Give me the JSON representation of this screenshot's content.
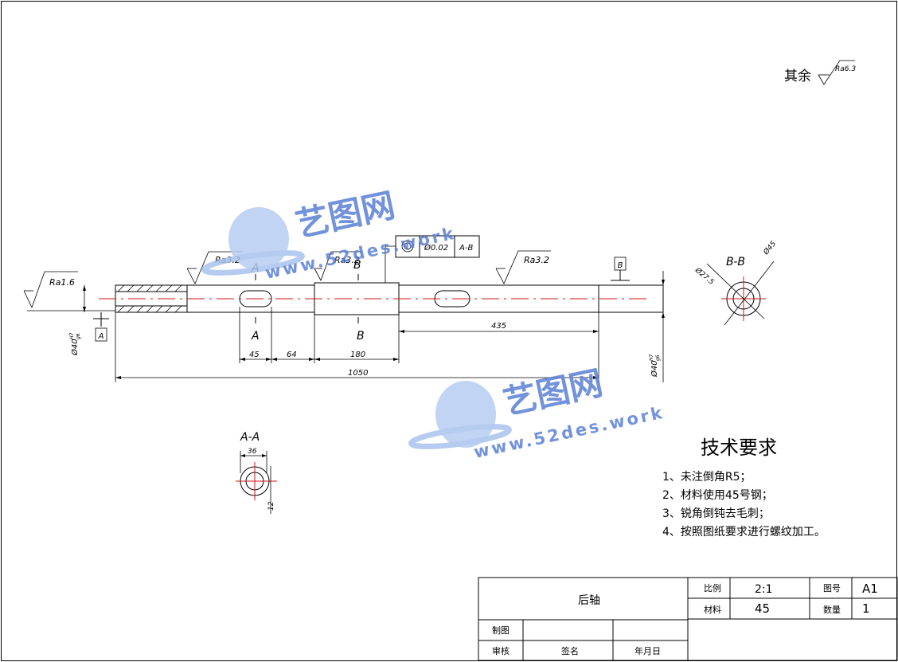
{
  "drawing": {
    "roughness_rest_label": "其余",
    "roughness_rest_value": "Ra6.3",
    "roughness": [
      "Ra1.6",
      "Ra3.2",
      "Ra3.2",
      "Ra3.2"
    ],
    "datum_a": "A",
    "datum_b": "B",
    "tolerance": {
      "value": "Ø0.02",
      "datum": "A-B"
    },
    "section_marks": [
      "A",
      "A",
      "B",
      "B"
    ],
    "dims": {
      "d45": "45",
      "d64": "64",
      "d180": "180",
      "d435": "435",
      "d1050": "1050",
      "dia_left": "Ø40",
      "dia_right": "Ø40",
      "fit_upper": "H7",
      "fit_lower": "g6"
    },
    "section_aa": {
      "title": "A-A",
      "width": "36",
      "depth": "12"
    },
    "section_bb": {
      "title": "B-B",
      "d1": "Ø27.5",
      "d2": "Ø45"
    }
  },
  "watermark": {
    "brand": "艺图网",
    "url": "www.52des.work"
  },
  "tech": {
    "title": "技术要求",
    "items": [
      "1、未注倒角R5；",
      "2、材料使用45号钢；",
      "3、锐角倒钝去毛刺；",
      "4、按照图纸要求进行螺纹加工。"
    ]
  },
  "title_block": {
    "part_name": "后轴",
    "scale_label": "比例",
    "scale_value": "2:1",
    "drawing_no_label": "图号",
    "drawing_no_value": "A1",
    "material_label": "材料",
    "material_value": "45",
    "qty_label": "数量",
    "qty_value": "1",
    "drawn_label": "制图",
    "check_label": "审核",
    "sign_label": "签名",
    "date_label": "年月日"
  },
  "colors": {
    "centerline": "#d21414",
    "watermark": "#5a7fd6"
  }
}
